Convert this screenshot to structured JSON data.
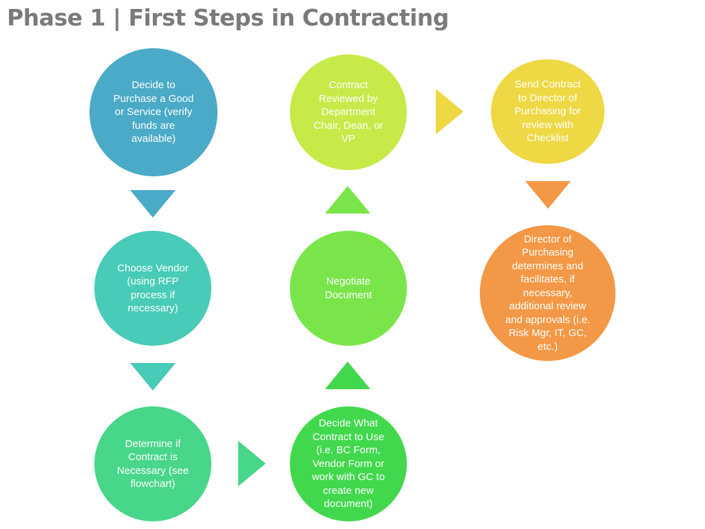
{
  "title": "Phase 1 | First Steps in Contracting",
  "steps": [
    {
      "text": "Decide to\nPurchase a Good\nor Service (verify\nfunds are\navailable)",
      "color": "#4aaac7"
    },
    {
      "text": "Choose Vendor\n(using RFP\nprocess if\nnecessary)",
      "color": "#48cbb7"
    },
    {
      "text": "Determine if\nContract is\nNecessary (see\nflowchart)",
      "color": "#48d68a"
    },
    {
      "text": "Decide What\nContract to Use\n(i.e. BC Form,\nVendor Form or\nwork with GC to\ncreate new\ndocument)",
      "color": "#42d84e"
    },
    {
      "text": "Negotiate\nDocument",
      "color": "#7ae54a"
    },
    {
      "text": "Contract\nReviewed by\nDepartment\nChair,  Dean, or\nVP",
      "color": "#c6ea48"
    },
    {
      "text": "Send Contract\nto Director of\nPurchasing for\nreview with\nChecklist",
      "color": "#eed843"
    },
    {
      "text": "Director of\nPurchasing\ndetermines and\nfacilitates, if\nnecessary,\nadditional review\nand approvals (i.e.\nRisk Mgr, IT, GC,\netc.)",
      "color": "#f39846"
    }
  ],
  "arrows": [
    {
      "direction": "down",
      "color": "#4aaac7"
    },
    {
      "direction": "down",
      "color": "#48cbb7"
    },
    {
      "direction": "right",
      "color": "#48d68a"
    },
    {
      "direction": "up",
      "color": "#42d84e"
    },
    {
      "direction": "up",
      "color": "#7ae54a"
    },
    {
      "direction": "right",
      "color": "#eed843"
    },
    {
      "direction": "down",
      "color": "#f39846"
    }
  ]
}
